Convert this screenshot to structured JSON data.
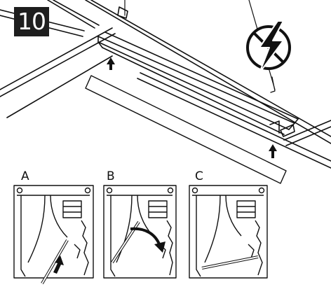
{
  "step": {
    "number": "10"
  },
  "warning": {
    "icon": "electrical-hazard-lightning-icon"
  },
  "panels": [
    {
      "label": "A",
      "action": "insert-strip-arrow-up"
    },
    {
      "label": "B",
      "action": "rotate-strip-arrow-clockwise"
    },
    {
      "label": "C",
      "action": "strip-seated-horizontal"
    }
  ],
  "colors": {
    "line": "#111111",
    "badge": "#1e1e1e",
    "background": "#ffffff"
  }
}
